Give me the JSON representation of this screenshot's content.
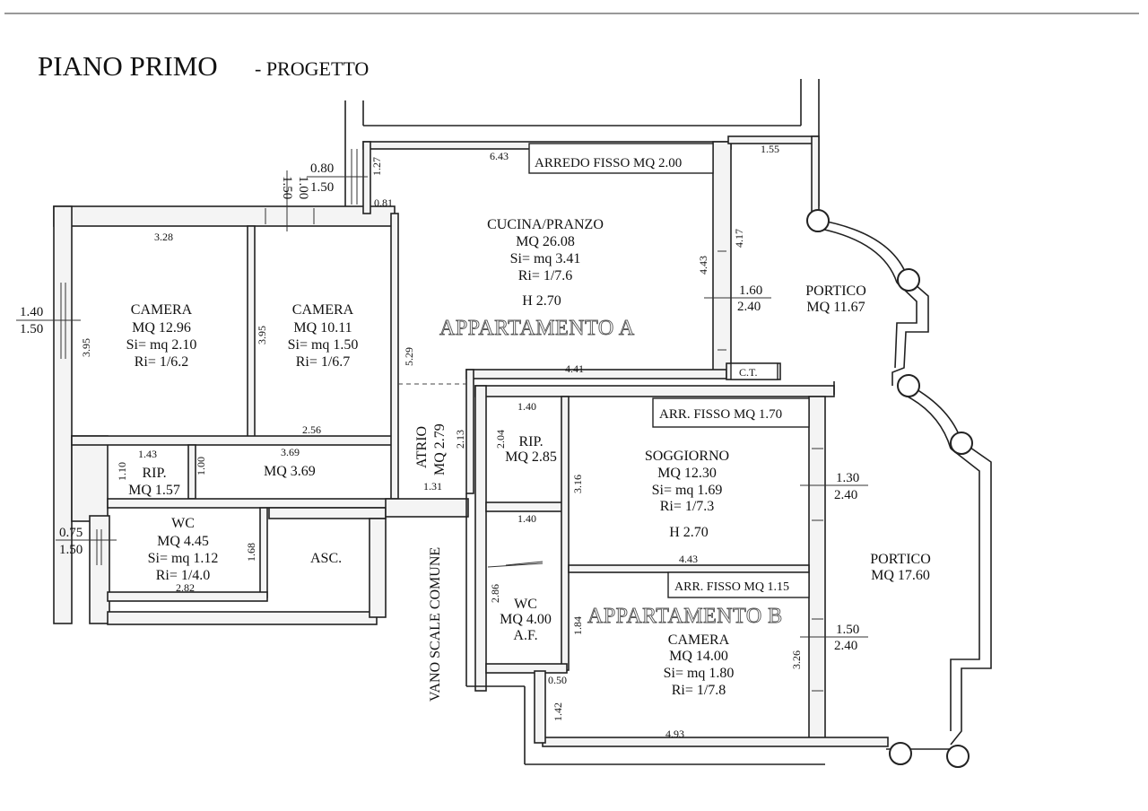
{
  "title": {
    "main": "PIANO PRIMO",
    "sub": "- PROGETTO"
  },
  "apartments": {
    "a": "APPARTAMENTO A",
    "b": "APPARTAMENTO B"
  },
  "rooms": {
    "camera1": {
      "name": "CAMERA",
      "area": "MQ 12.96",
      "si": "Si= mq 2.10",
      "ri": "Ri= 1/6.2"
    },
    "camera2": {
      "name": "CAMERA",
      "area": "MQ 10.11",
      "si": "Si= mq 1.50",
      "ri": "Ri= 1/6.7"
    },
    "cucina": {
      "name": "CUCINA/PRANZO",
      "area": "MQ 26.08",
      "si": "Si= mq 3.41",
      "ri": "Ri= 1/7.6",
      "h": "H 2.70"
    },
    "portico1": {
      "name": "PORTICO",
      "area": "MQ 11.67"
    },
    "portico2": {
      "name": "PORTICO",
      "area": "MQ 17.60"
    },
    "rip1": {
      "name": "RIP.",
      "area": "MQ 1.57"
    },
    "corridor": {
      "area": "MQ 3.69"
    },
    "atrio": {
      "name": "ATRIO",
      "area": "MQ 2.79"
    },
    "wc1": {
      "name": "WC",
      "area": "MQ 4.45",
      "si": "Si= mq 1.12",
      "ri": "Ri= 1/4.0"
    },
    "asc": {
      "name": "ASC."
    },
    "vano": {
      "name": "VANO SCALE COMUNE"
    },
    "rip2": {
      "name": "RIP.",
      "area": "MQ 2.85"
    },
    "soggiorno": {
      "name": "SOGGIORNO",
      "area": "MQ 12.30",
      "si": "Si= mq 1.69",
      "ri": "Ri= 1/7.3",
      "h": "H 2.70"
    },
    "wc2": {
      "name": "WC",
      "area": "MQ 4.00",
      "af": "A.F."
    },
    "camera3": {
      "name": "CAMERA",
      "area": "MQ 14.00",
      "si": "Si= mq 1.80",
      "ri": "Ri= 1/7.8"
    },
    "ct": {
      "name": "C.T."
    }
  },
  "fixtures": {
    "arredo1": "ARREDO FISSO MQ 2.00",
    "arredo2": "ARR. FISSO MQ 1.70",
    "arredo3": "ARR. FISSO MQ 1.15"
  },
  "openings": {
    "o1": {
      "w": "1.40",
      "h": "1.50"
    },
    "o2": {
      "w": "0.80",
      "h": "1.50"
    },
    "o3": {
      "w": "1.00",
      "h": "1.50"
    },
    "o4": {
      "w": "1.60",
      "h": "2.40"
    },
    "o5": {
      "w": "1.30",
      "h": "2.40"
    },
    "o6": {
      "w": "1.50",
      "h": "2.40"
    },
    "o7": {
      "w": "0.75",
      "h": "1.50"
    }
  },
  "dimensions": {
    "d643": "6.43",
    "d155": "1.55",
    "d127": "1.27",
    "d081": "0.81",
    "d328": "3.28",
    "d395a": "3.95",
    "d395b": "3.95",
    "d443a": "4.43",
    "d417": "4.17",
    "d529": "5.29",
    "d441": "4.41",
    "d256": "2.56",
    "d369": "3.69",
    "d143": "1.43",
    "d110": "1.10",
    "d100": "1.00",
    "d213": "2.13",
    "d131": "1.31",
    "d140a": "1.40",
    "d204": "2.04",
    "d316": "3.16",
    "d168": "1.68",
    "d282": "2.82",
    "d140b": "1.40",
    "d443b": "4.43",
    "d286": "2.86",
    "d184": "1.84",
    "d326": "3.26",
    "d050": "0.50",
    "d142": "1.42",
    "d493": "4.93"
  },
  "colors": {
    "ink": "#111111",
    "wall_fill": "#f4f4f4",
    "paper": "#ffffff"
  }
}
